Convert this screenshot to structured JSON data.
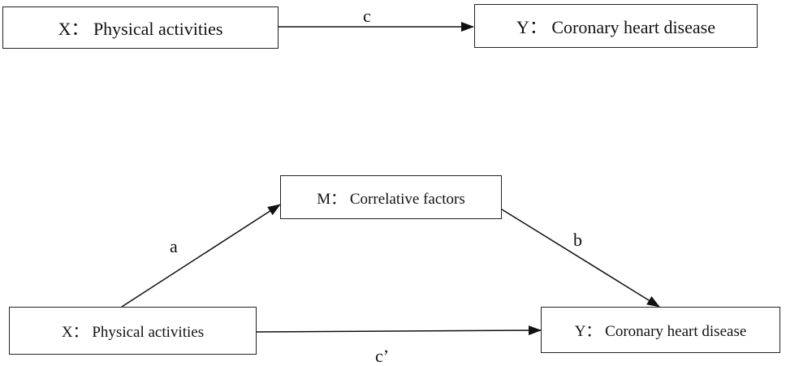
{
  "total_effect_model": {
    "x_box": "X： Physical activities",
    "y_box": "Y： Coronary heart disease",
    "path_c": "c"
  },
  "mediation_model": {
    "m_box": "M： Correlative factors",
    "x_box": "X： Physical activities",
    "y_box": "Y： Coronary heart disease",
    "path_a": "a",
    "path_b": "b",
    "path_c_prime": "c’"
  }
}
